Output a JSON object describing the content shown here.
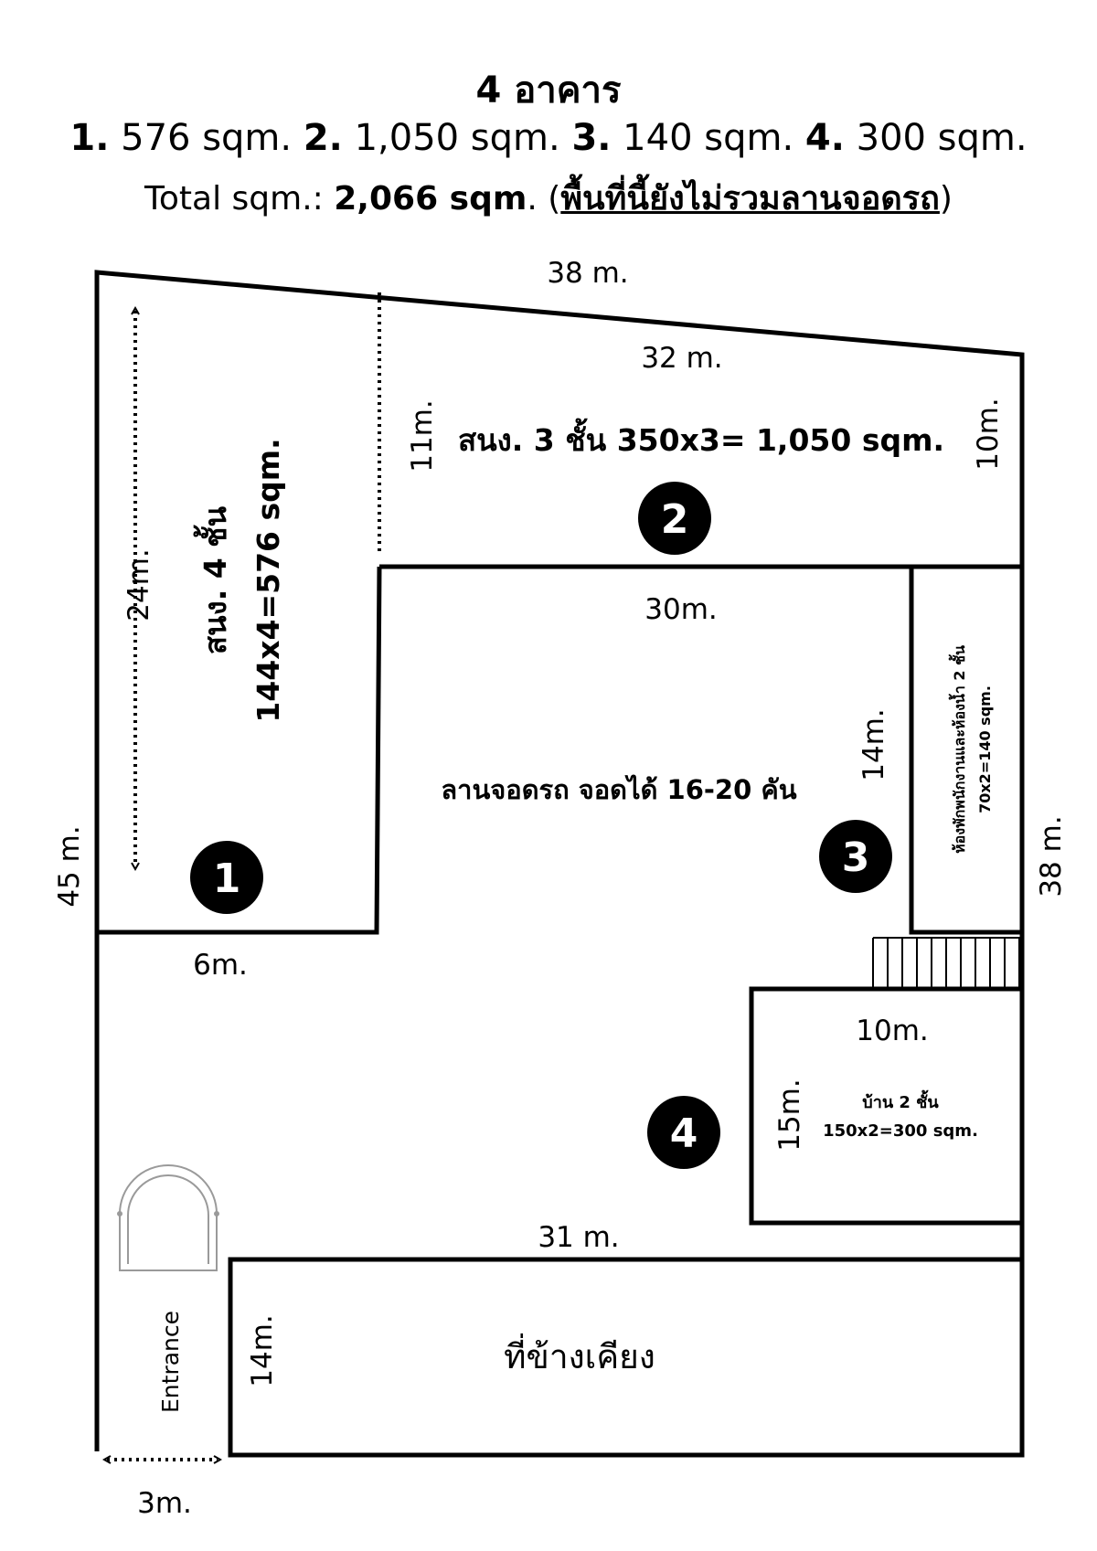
{
  "header": {
    "title": "4 อาคาร",
    "areas": [
      {
        "num": "1.",
        "value": " 576 sqm. "
      },
      {
        "num": "2.",
        "value": " 1,050 sqm. "
      },
      {
        "num": "3.",
        "value": " 140 sqm. "
      },
      {
        "num": "4.",
        "value": " 300 sqm."
      }
    ],
    "total_prefix": "Total sqm.: ",
    "total_value": "2,066 sqm",
    "total_mid": ". (",
    "total_note": "พื้นที่นี้ยังไม่รวมลานจอดรถ",
    "total_suffix": ")"
  },
  "dimensions": {
    "top_38": "38 m.",
    "d32": "32 m.",
    "d11": "11m.",
    "d10": "10m.",
    "d24": "24m.",
    "d30": "30m.",
    "d14_parking": "14m.",
    "d45": "45 m.",
    "d38_right": "38 m.",
    "d6": "6m.",
    "d10_house": "10m.",
    "d15": "15m.",
    "d31": "31 m.",
    "d14_bottom": "14m.",
    "d3": "3m."
  },
  "buildings": {
    "b1_line1": "สนง. 4 ชั้น",
    "b1_line2": "144x4=576 sqm.",
    "b2_label": "สนง. 3 ชั้น 350x3= 1,050 sqm.",
    "b3_line1": "ห้องพักพนักงานและห้องน้ำ 2 ชั้น",
    "b3_line2": "70x2=140 sqm.",
    "b4_line1": "บ้าน 2 ชั้น",
    "b4_line2": "150x2=300 sqm.",
    "parking": "ลานจอดรถ จอดได้ 16-20 คัน",
    "neighbor": "ที่ข้างเคียง",
    "entrance": "Entrance"
  },
  "markers": [
    "1",
    "2",
    "3",
    "4"
  ]
}
